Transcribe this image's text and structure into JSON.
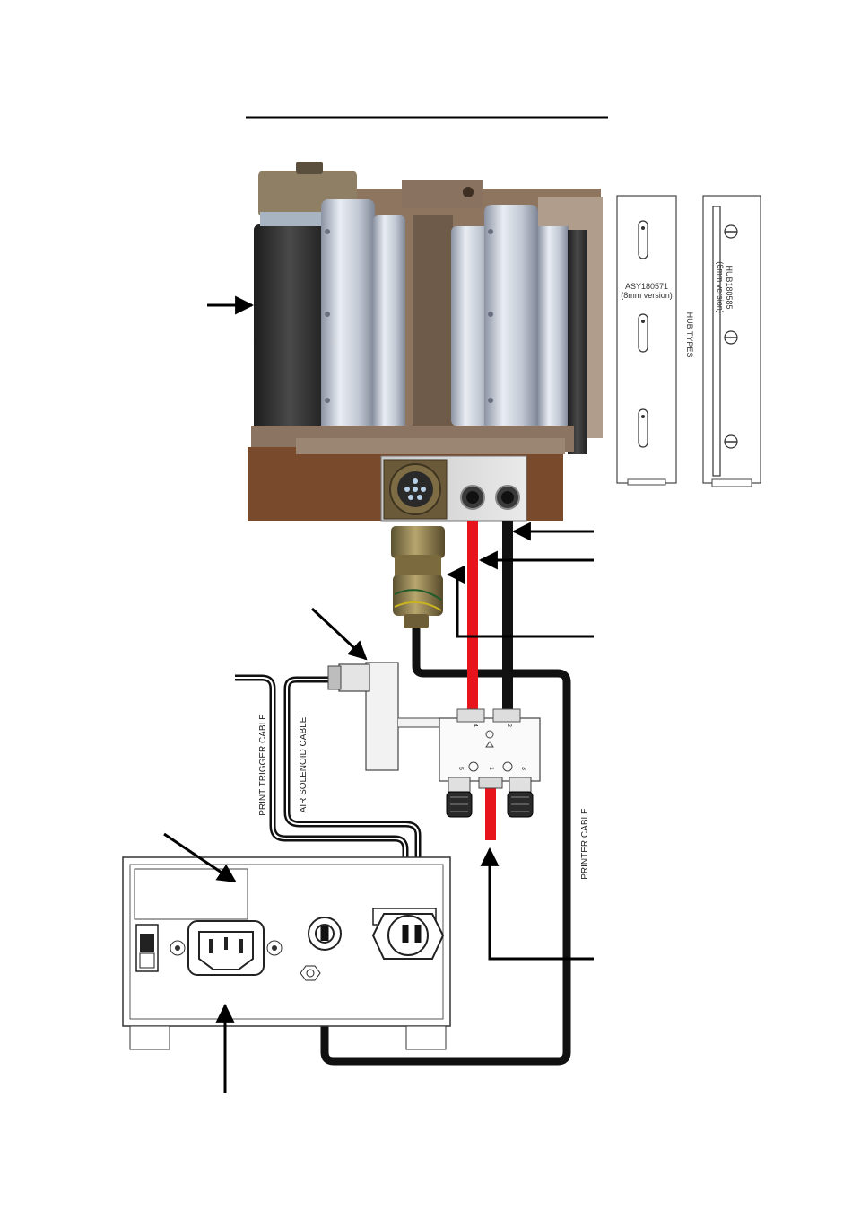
{
  "hub_panel": {
    "hub1": {
      "part": "ASY180571",
      "version": "(8mm version)"
    },
    "hub2": {
      "part": "HUB180585",
      "version": "(6mm version)"
    },
    "title": "HUB TYPES"
  },
  "cables": {
    "print_trigger": "PRINT TRIGGER CABLE",
    "air_solenoid": "AIR SOLENOID CABLE",
    "printer": "PRINTER CABLE"
  },
  "valve_ports": [
    "4",
    "2",
    "5",
    "1",
    "3"
  ],
  "colors": {
    "air_tube": "#e8141b",
    "cable": "#111111",
    "housing": "#8a6b52",
    "base_block": "#7a4a2c"
  },
  "icons": [
    "power-switch-icon",
    "iec-power-inlet-icon",
    "circular-connector-icon"
  ]
}
